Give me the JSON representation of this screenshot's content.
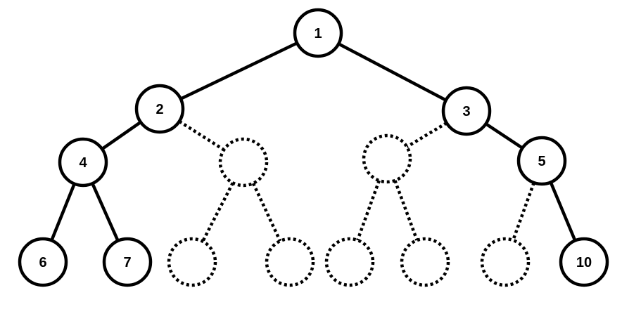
{
  "diagram": {
    "type": "binary-tree",
    "nodes": [
      {
        "id": "n1",
        "label": "1",
        "style": "solid"
      },
      {
        "id": "n2",
        "label": "2",
        "style": "solid"
      },
      {
        "id": "n3",
        "label": "3",
        "style": "solid"
      },
      {
        "id": "n4",
        "label": "4",
        "style": "solid"
      },
      {
        "id": "nA",
        "label": "",
        "style": "dotted"
      },
      {
        "id": "nB",
        "label": "",
        "style": "dotted"
      },
      {
        "id": "n5",
        "label": "5",
        "style": "solid"
      },
      {
        "id": "n6",
        "label": "6",
        "style": "solid"
      },
      {
        "id": "n7",
        "label": "7",
        "style": "solid"
      },
      {
        "id": "nC",
        "label": "",
        "style": "dotted"
      },
      {
        "id": "nD",
        "label": "",
        "style": "dotted"
      },
      {
        "id": "nE",
        "label": "",
        "style": "dotted"
      },
      {
        "id": "nF",
        "label": "",
        "style": "dotted"
      },
      {
        "id": "nG",
        "label": "",
        "style": "dotted"
      },
      {
        "id": "n10",
        "label": "10",
        "style": "solid"
      }
    ],
    "edges": [
      {
        "from": "n1",
        "to": "n2",
        "style": "solid"
      },
      {
        "from": "n1",
        "to": "n3",
        "style": "solid"
      },
      {
        "from": "n2",
        "to": "n4",
        "style": "solid"
      },
      {
        "from": "n2",
        "to": "nA",
        "style": "dotted"
      },
      {
        "from": "n3",
        "to": "nB",
        "style": "dotted"
      },
      {
        "from": "n3",
        "to": "n5",
        "style": "solid"
      },
      {
        "from": "n4",
        "to": "n6",
        "style": "solid"
      },
      {
        "from": "n4",
        "to": "n7",
        "style": "solid"
      },
      {
        "from": "nA",
        "to": "nC",
        "style": "dotted"
      },
      {
        "from": "nA",
        "to": "nD",
        "style": "dotted"
      },
      {
        "from": "nB",
        "to": "nE",
        "style": "dotted"
      },
      {
        "from": "nB",
        "to": "nF",
        "style": "dotted"
      },
      {
        "from": "n5",
        "to": "nG",
        "style": "dotted"
      },
      {
        "from": "n5",
        "to": "n10",
        "style": "solid"
      }
    ]
  }
}
